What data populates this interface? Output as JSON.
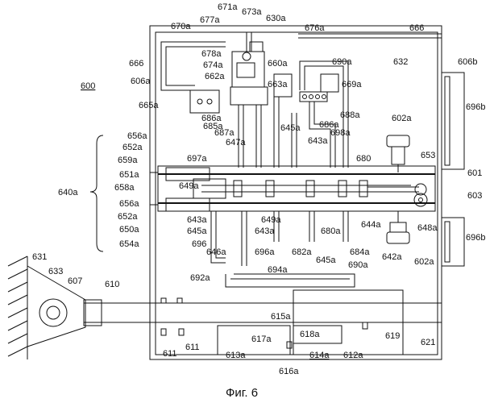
{
  "diagram": {
    "caption": "Фиг. 6",
    "system_label": "600",
    "labels": {
      "l671a": "671a",
      "l673a": "673a",
      "l630a": "630a",
      "l676a": "676a",
      "l666top": "666",
      "l670a": "670a",
      "l677a": "677a",
      "l678a": "678a",
      "l674a": "674a",
      "l660a": "660a",
      "l690a_top": "690a",
      "l632": "632",
      "l606b": "606b",
      "l666left": "666",
      "l606a": "606a",
      "l662a": "662a",
      "l663a": "663a",
      "l669a": "669a",
      "l665a": "665a",
      "l686a_l": "686a",
      "l688a": "688a",
      "l696b_top": "696b",
      "l685a": "685a",
      "l645a_top": "645a",
      "l686a_r": "686a",
      "l656a_top": "656a",
      "l687a": "687a",
      "l602a_top": "602a",
      "l652a_top": "652a",
      "l647a": "647a",
      "l643a_top": "643a",
      "l698a": "698a",
      "l659a": "659a",
      "l697a": "697a",
      "l680_top": "680",
      "l653": "653",
      "l640a": "640a",
      "l651a": "651a",
      "l658a": "658a",
      "l649a_top": "649a",
      "l601": "601",
      "l603": "603",
      "l656a_bot": "656a",
      "l652a_bot": "652a",
      "l643a_mid": "643a",
      "l649a_mid": "649a",
      "l650a": "650a",
      "l644a": "644a",
      "l648a": "648a",
      "l645a_mid": "645a",
      "l643a_low": "643a",
      "l680a": "680a",
      "l654a": "654a",
      "l696": "696",
      "l696b_bot": "696b",
      "l646a": "646a",
      "l696a": "696a",
      "l682a": "682a",
      "l684a": "684a",
      "l642a": "642a",
      "l602a_bot": "602a",
      "l645a_low": "645a",
      "l690a_bot": "690a",
      "l631": "631",
      "l633": "633",
      "l607": "607",
      "l610": "610",
      "l692a": "692a",
      "l694a": "694a",
      "l615a": "615a",
      "l617a": "617a",
      "l618a": "618a",
      "l619": "619",
      "l621": "621",
      "l611a": "611",
      "l611b": "611",
      "l613a": "613a",
      "l614a": "614a",
      "l612a": "612a",
      "l616a": "616a"
    }
  }
}
